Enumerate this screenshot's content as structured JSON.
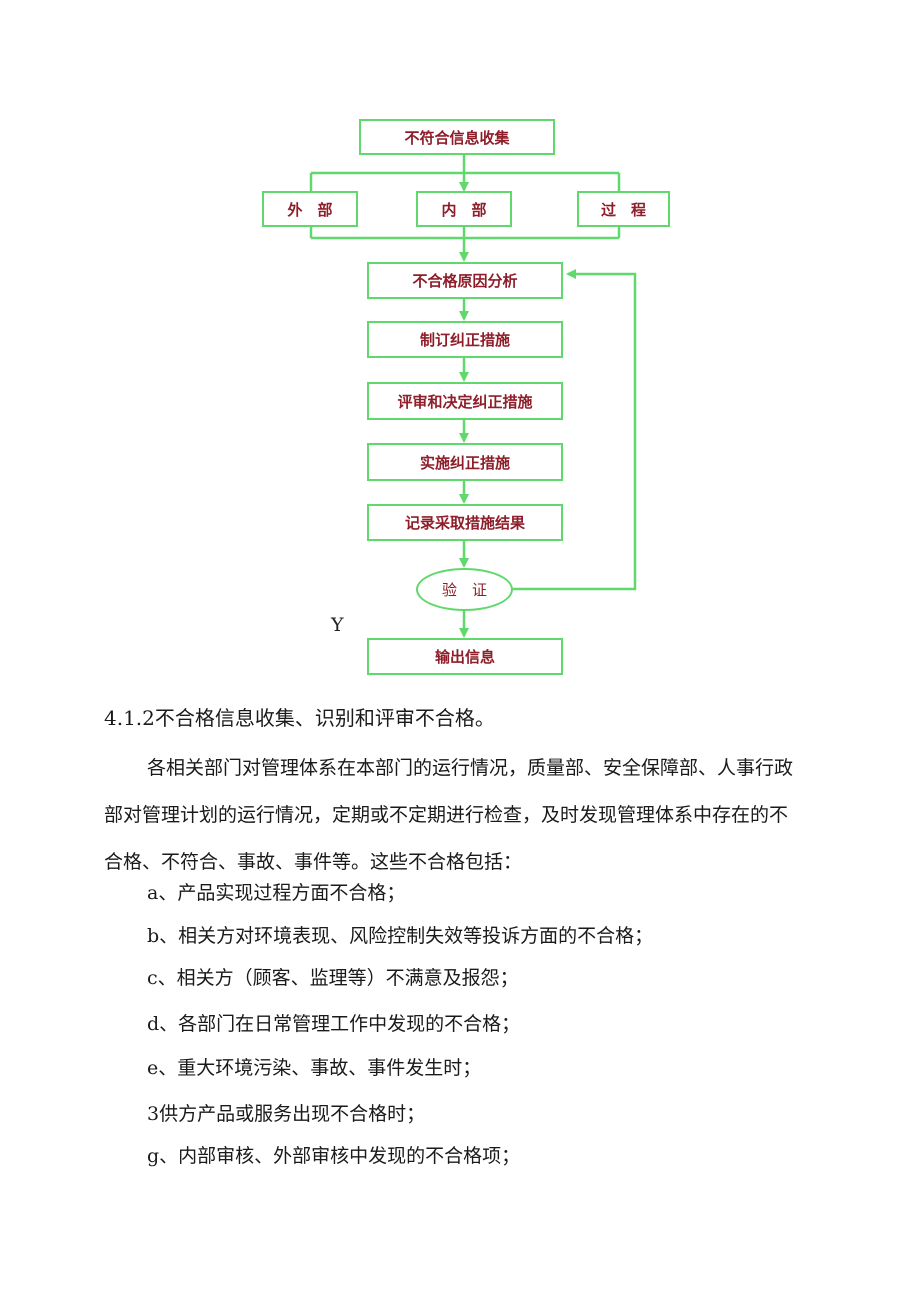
{
  "flowchart": {
    "collect": "不符合信息收集",
    "external": "外　部",
    "internal": "内　部",
    "process": "过　程",
    "analysis": "不合格原因分析",
    "formulate": "制订纠正措施",
    "review": "评审和决定纠正措施",
    "implement": "实施纠正措施",
    "record": "记录采取措施结果",
    "verify": "验　证",
    "yes_label": "Y",
    "output": "输出信息"
  },
  "text": {
    "heading": "4.1.2不合格信息收集、识别和评审不合格。",
    "para_line1": "各相关部门对管理体系在本部门的运行情况，质量部、安全保障部、人事行政",
    "para_line2": "部对管理计划的运行情况，定期或不定期进行检查，及时发现管理体系中存在的不",
    "para_line3": "合格、不符合、事故、事件等。这些不合格包括：",
    "items": [
      "a、产品实现过程方面不合格；",
      "b、相关方对环境表现、风险控制失效等投诉方面的不合格；",
      "c、相关方（顾客、监理等）不满意及报怨；",
      "d、各部门在日常管理工作中发现的不合格；",
      "e、重大环境污染、事故、事件发生时；",
      "3供方产品或服务出现不合格时；",
      "g、内部审核、外部审核中发现的不合格项；"
    ]
  },
  "colors": {
    "line": "#61d86b",
    "box_text": "#8e1f2a"
  }
}
